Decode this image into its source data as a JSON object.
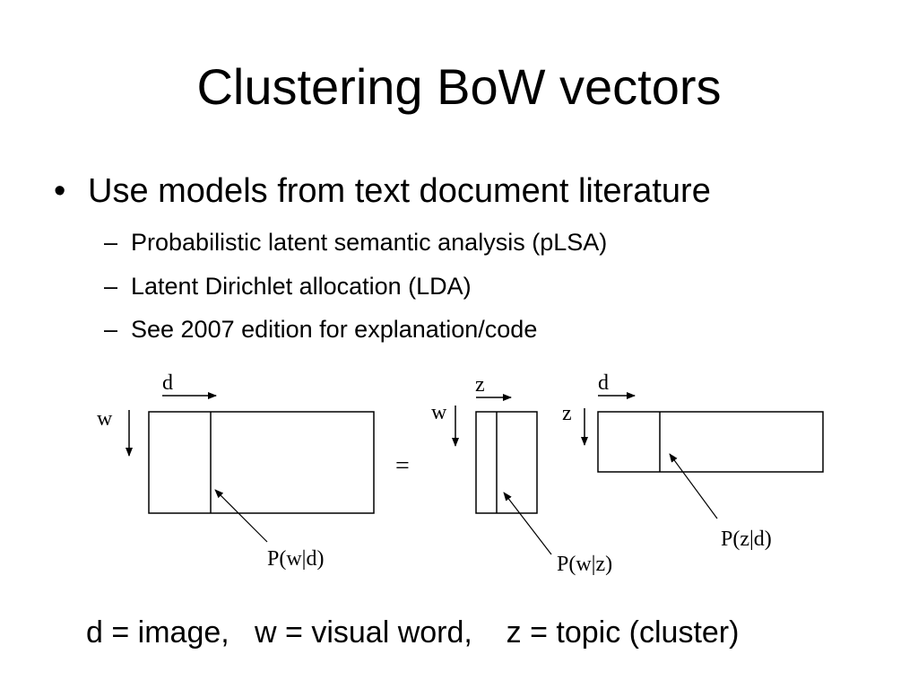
{
  "slide": {
    "title": "Clustering BoW vectors",
    "bullet": {
      "symbol": "•",
      "text": "Use models from text document literature",
      "subitems": [
        {
          "symbol": "–",
          "text": "Probabilistic latent semantic analysis (pLSA)"
        },
        {
          "symbol": "–",
          "text": "Latent Dirichlet allocation (LDA)"
        },
        {
          "symbol": "–",
          "text": "See 2007 edition for explanation/code"
        }
      ]
    }
  },
  "diagram": {
    "matrix_left": {
      "col_label": "d",
      "row_label": "w",
      "annotation": "P(w|d)"
    },
    "equals": "=",
    "matrix_mid": {
      "col_label": "z",
      "row_label": "w",
      "annotation": "P(w|z)"
    },
    "matrix_right": {
      "col_label": "d",
      "row_label": "z",
      "annotation": "P(z|d)"
    }
  },
  "caption": "d = image,   w = visual word,    z = topic (cluster)"
}
